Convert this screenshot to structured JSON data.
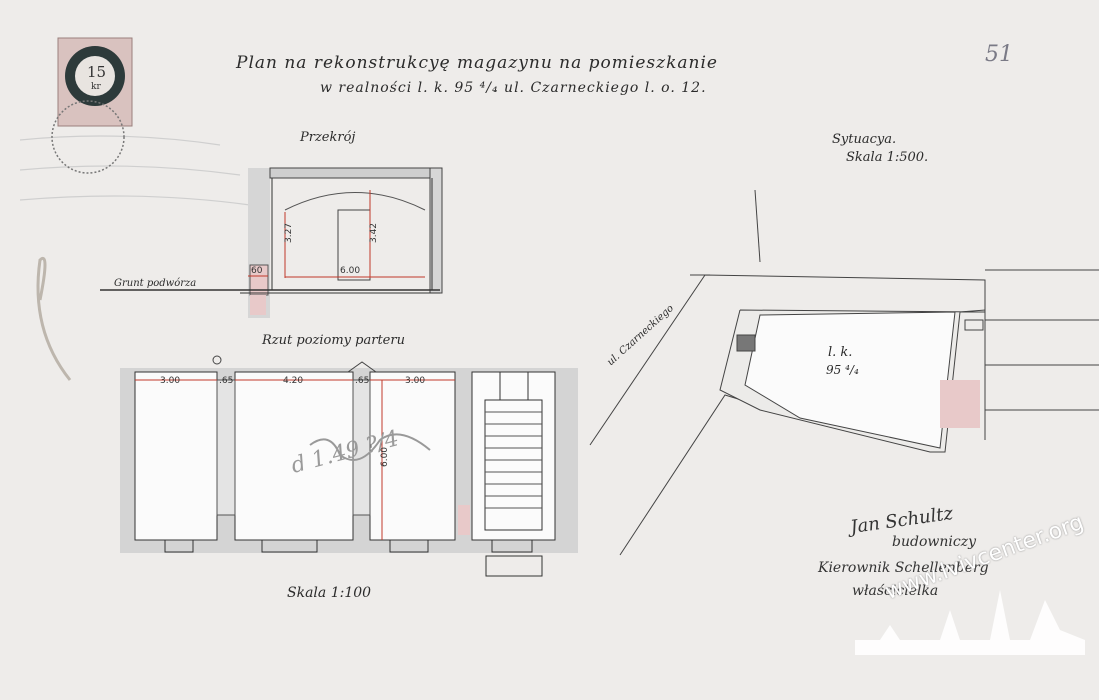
{
  "sheet": {
    "title_line1": "Plan na rekonstrukcyę magazynu na pomieszkanie",
    "title_line2": "w realności l. k. 95 ⁴/₄ ul. Czarneckiego l. o. 12.",
    "page_number": "51",
    "stamp_value": "15",
    "stamp_unit": "kr",
    "stamp_color": "#c9a9a6"
  },
  "section": {
    "title": "Przekrój",
    "floor_label": "Grunt podwórza",
    "dims": {
      "height_inner": "3.27",
      "height_outer": "3.42",
      "width": "6.00",
      "wall": "60"
    }
  },
  "floor_plan": {
    "title": "Rzut poziomy parteru",
    "scale": "Skala 1:100",
    "dims": {
      "room1": "3.00",
      "gap1": ".65",
      "room2": "4.20",
      "gap2": ".65",
      "room3": "3.00",
      "depth": "6.00"
    },
    "overlay_text": "d 1.49 ?/4"
  },
  "site_plan": {
    "title": "Sytuacya.",
    "scale": "Skala 1:500.",
    "street": "ul. Czarneckiego",
    "lot_label": "l. k.",
    "lot_number": "95 ⁴/₄"
  },
  "signatures": {
    "name": "Jan Schultz",
    "role": "budowniczy",
    "manager": "Kierownik Schellenberg",
    "owner": "właścicielka"
  },
  "watermark": "www.lvivcenter.org",
  "colors": {
    "red_dim": "#c0392b",
    "wash": "#cfcfcf",
    "pink": "#e8c9c9",
    "ink": "#2b2b2b"
  }
}
